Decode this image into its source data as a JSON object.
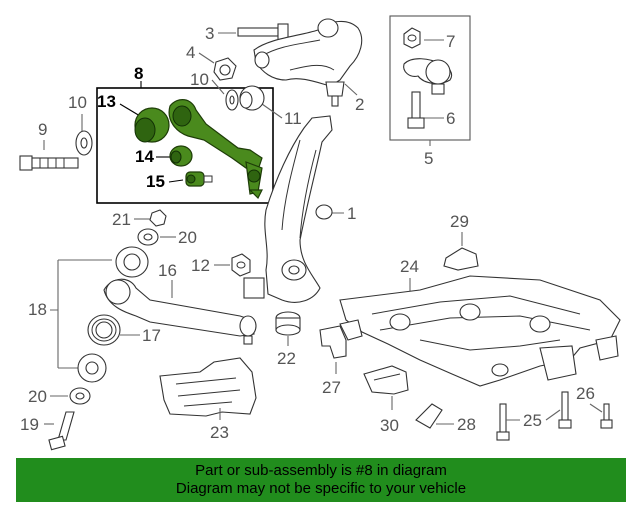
{
  "callouts": {
    "c1": "1",
    "c2": "2",
    "c3": "3",
    "c4": "4",
    "c5": "5",
    "c6": "6",
    "c7": "7",
    "c8": "8",
    "c9": "9",
    "c10a": "10",
    "c10b": "10",
    "c11": "11",
    "c12": "12",
    "c13": "13",
    "c14": "14",
    "c15": "15",
    "c16": "16",
    "c17": "17",
    "c18": "18",
    "c19": "19",
    "c20a": "20",
    "c20b": "20",
    "c21": "21",
    "c22": "22",
    "c23": "23",
    "c24": "24",
    "c25": "25",
    "c26": "26",
    "c27": "27",
    "c28": "28",
    "c29": "29",
    "c30": "30"
  },
  "footer": {
    "line1": "Part or sub-assembly is #8 in diagram",
    "line2": "Diagram may not be specific to your vehicle"
  },
  "colors": {
    "highlight": "#4a8a1d",
    "footer_bg": "#218d1d"
  }
}
